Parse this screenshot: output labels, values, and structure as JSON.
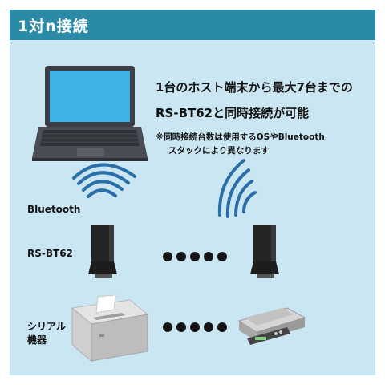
{
  "header": {
    "title": "1対n接続"
  },
  "headline": {
    "line1": "1台のホスト端末から最大7台までの",
    "line2": "RS-BT62と同時接続が可能"
  },
  "note": {
    "line1": "※同時接続台数は使用するOSやBluetooth",
    "line2": "スタックにより異なります"
  },
  "labels": {
    "bluetooth": "Bluetooth",
    "adapter": "RS-BT62",
    "serial_line1": "シリアル",
    "serial_line2": "機器"
  },
  "colors": {
    "header_bg": "#2b8aa6",
    "panel_bg": "#c9e6f2",
    "screen": "#3fb1e3",
    "wave": "#2b6fa8",
    "device_dark": "#2a2a2a"
  },
  "icons": [
    "laptop-icon",
    "wireless-signal-icon",
    "adapter-icon",
    "receipt-printer-icon",
    "weighing-scale-icon",
    "ellipsis-dots-icon"
  ]
}
